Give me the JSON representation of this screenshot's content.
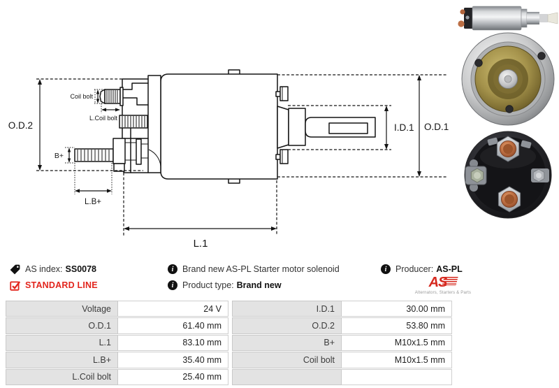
{
  "info": {
    "as_index_label": "AS index:",
    "as_index_value": "SS0078",
    "standard_line": "STANDARD LINE",
    "description": "Brand new AS-PL Starter motor solenoid",
    "product_type_label": "Product type:",
    "product_type_value": "Brand new",
    "producer_label": "Producer:",
    "producer_value": "AS-PL",
    "logo_text": "AS",
    "logo_tagline": "Alternators, Starters & Parts"
  },
  "drawing": {
    "labels": {
      "od2": "O.D.2",
      "coil_bolt": "Coil bolt",
      "l_coil_bolt": "L.Coil bolt",
      "b_plus": "B+",
      "l_b_plus": "L.B+",
      "l1": "L.1",
      "id1": "I.D.1",
      "od1": "O.D.1"
    }
  },
  "photos": {
    "side": "solenoid side view photo",
    "front": "solenoid front view photo",
    "back": "solenoid terminals back view photo"
  },
  "table": {
    "left": [
      {
        "label": "Voltage",
        "value": "24 V"
      },
      {
        "label": "O.D.1",
        "value": "61.40 mm"
      },
      {
        "label": "L.1",
        "value": "83.10 mm"
      },
      {
        "label": "L.B+",
        "value": "35.40 mm"
      },
      {
        "label": "L.Coil bolt",
        "value": "25.40 mm"
      }
    ],
    "right": [
      {
        "label": "I.D.1",
        "value": "30.00 mm"
      },
      {
        "label": "O.D.2",
        "value": "53.80 mm"
      },
      {
        "label": "B+",
        "value": "M10x1.5 mm"
      },
      {
        "label": "Coil bolt",
        "value": "M10x1.5 mm"
      },
      {
        "label": "",
        "value": ""
      }
    ]
  },
  "colors": {
    "accent_red": "#e2251d",
    "logo_red": "#d6281e",
    "line_color": "#141414",
    "table_label_bg": "#e3e3e3",
    "table_border": "#cccccc",
    "copper": "#c07245",
    "brass_face": "#a4924b"
  }
}
